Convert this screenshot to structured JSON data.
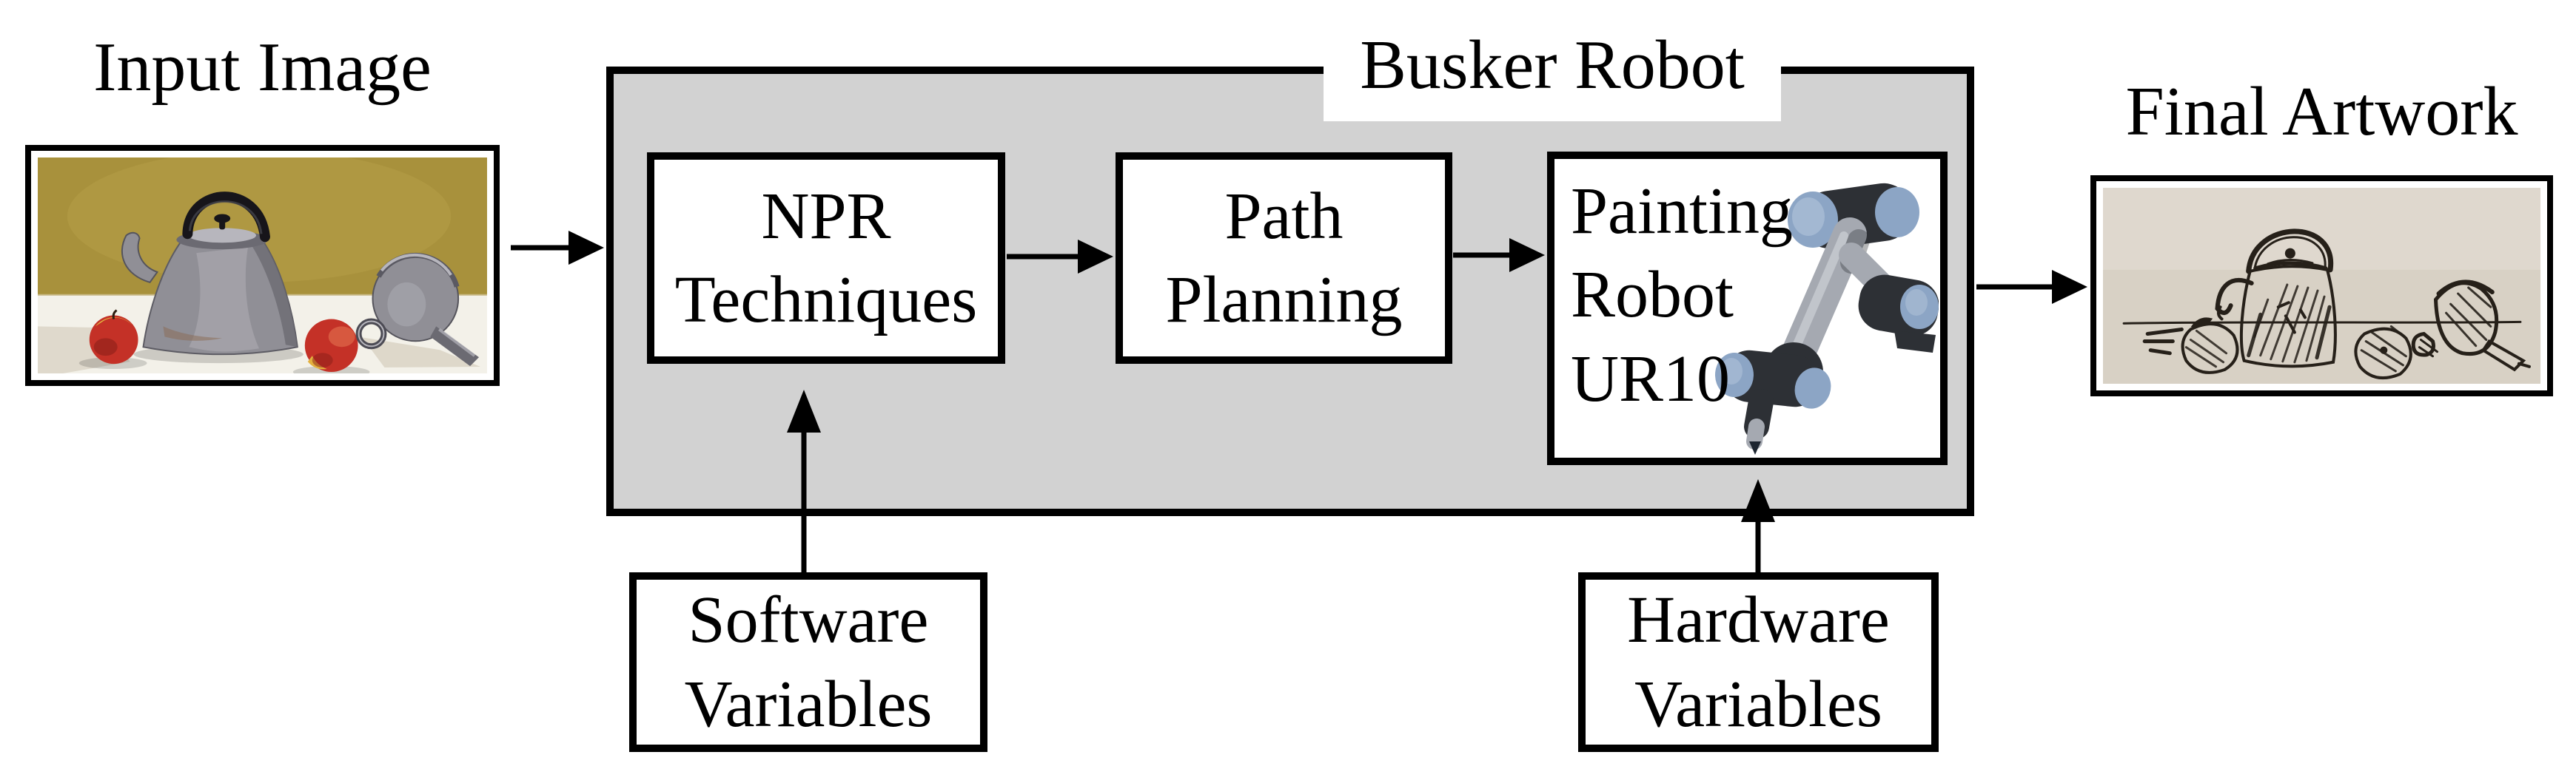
{
  "figure": {
    "input_label": "Input Image",
    "container_label": "Busker Robot",
    "final_label": "Final Artwork",
    "npr": {
      "line1": "NPR",
      "line2": "Techniques"
    },
    "path": {
      "line1": "Path",
      "line2": "Planning"
    },
    "painting": {
      "line1": "Painting",
      "line2": "Robot",
      "line3": "UR10"
    },
    "software": {
      "line1": "Software",
      "line2": "Variables"
    },
    "hardware": {
      "line1": "Hardware",
      "line2": "Variables"
    }
  },
  "colors": {
    "bg": "#ffffff",
    "line": "#000000",
    "container_fill": "#d2d2d2",
    "wall": "#a8913c",
    "wall_light": "#bda64c",
    "table": "#f3f1e9",
    "table_shadow": "#d9d3c4",
    "metal": "#908f96",
    "metal_dark": "#6b6a72",
    "metal_light": "#b7b6bd",
    "rust": "#8a6a52",
    "handle_dark": "#17151a",
    "apple_red": "#c43127",
    "apple_dark": "#871d17",
    "apple_yellow": "#e3b13f",
    "paper": "#d8d1c5",
    "paper_light": "#e2dcd2",
    "ink": "#262019",
    "robot_dark": "#2d3035",
    "robot_link": "#a5a9b1",
    "robot_link_light": "#c9ccd2",
    "robot_blue": "#8ca5c5",
    "robot_blue_light": "#b3c5da",
    "needle": "#1d2530"
  }
}
